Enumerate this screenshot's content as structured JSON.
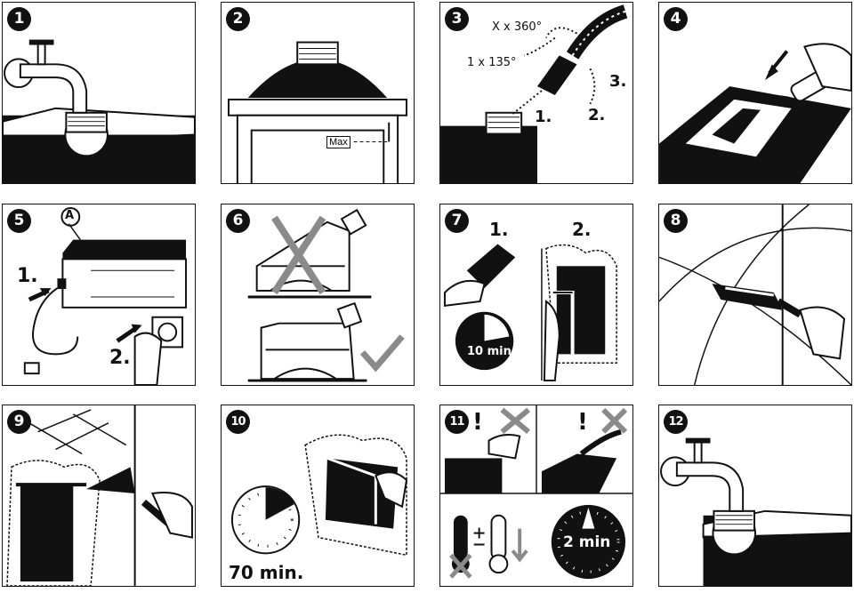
{
  "steps": [
    {
      "number": "1"
    },
    {
      "number": "2",
      "max_label": "Max"
    },
    {
      "number": "3",
      "rotation_full": "X x 360°",
      "rotation_partial": "1 x 135°",
      "sub1": "1.",
      "sub2": "2.",
      "sub3": "3."
    },
    {
      "number": "4"
    },
    {
      "number": "5",
      "connector": "A",
      "sub1": "1.",
      "sub2": "2."
    },
    {
      "number": "6"
    },
    {
      "number": "7",
      "sub1": "1.",
      "sub2": "2.",
      "timer": "10 min"
    },
    {
      "number": "8"
    },
    {
      "number": "9"
    },
    {
      "number": "10",
      "timer": "70 min."
    },
    {
      "number": "11",
      "warn": "!",
      "timer": "2 min"
    },
    {
      "number": "12"
    }
  ],
  "colors": {
    "ink": "#111111",
    "gray": "#8a8a8a",
    "check": "#8a8a8a"
  }
}
